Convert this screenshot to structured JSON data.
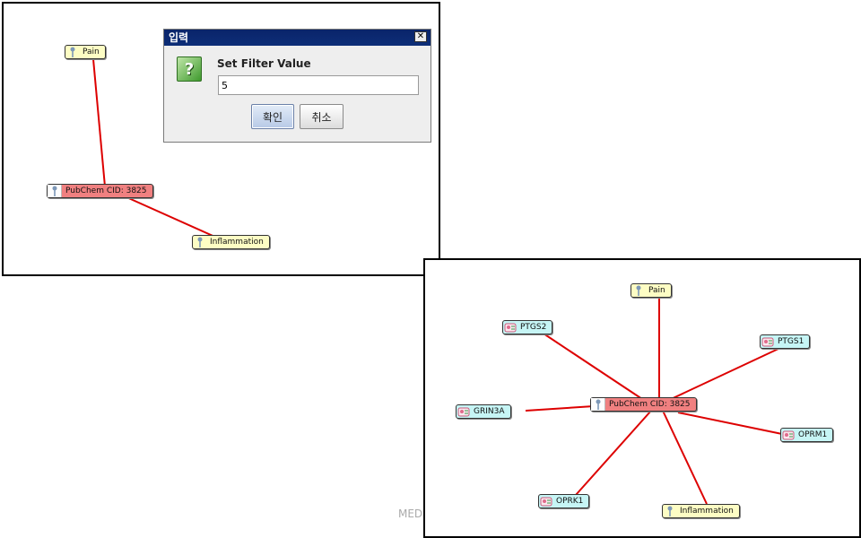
{
  "dialog": {
    "title": "입력",
    "close_glyph": "✕",
    "prompt": "Set Filter Value",
    "input_value": "5",
    "ok_label": "확인",
    "cancel_label": "취소",
    "icon": "question-icon",
    "icon_glyph": "?"
  },
  "graph_small": {
    "nodes": [
      {
        "id": "pain",
        "label": "Pain",
        "type": "disease",
        "color": "yellow"
      },
      {
        "id": "pubchem",
        "label": "PubChem CID: 3825",
        "type": "compound",
        "color": "red"
      },
      {
        "id": "inflammation",
        "label": "Inflammation",
        "type": "disease",
        "color": "yellow"
      }
    ],
    "edges": [
      [
        "pain",
        "pubchem"
      ],
      [
        "pubchem",
        "inflammation"
      ]
    ]
  },
  "graph_large": {
    "nodes": [
      {
        "id": "pain",
        "label": "Pain",
        "type": "disease",
        "color": "yellow"
      },
      {
        "id": "ptgs2",
        "label": "PTGS2",
        "type": "gene",
        "color": "cyan"
      },
      {
        "id": "ptgs1",
        "label": "PTGS1",
        "type": "gene",
        "color": "cyan"
      },
      {
        "id": "grin3a",
        "label": "GRIN3A",
        "type": "gene",
        "color": "cyan"
      },
      {
        "id": "pubchem",
        "label": "PubChem CID: 3825",
        "type": "compound",
        "color": "red"
      },
      {
        "id": "oprm1",
        "label": "OPRM1",
        "type": "gene",
        "color": "cyan"
      },
      {
        "id": "oprk1",
        "label": "OPRK1",
        "type": "gene",
        "color": "cyan"
      },
      {
        "id": "inflammation",
        "label": "Inflammation",
        "type": "disease",
        "color": "yellow"
      }
    ],
    "edges": [
      [
        "pubchem",
        "pain"
      ],
      [
        "pubchem",
        "ptgs2"
      ],
      [
        "pubchem",
        "ptgs1"
      ],
      [
        "pubchem",
        "grin3a"
      ],
      [
        "pubchem",
        "oprm1"
      ],
      [
        "pubchem",
        "oprk1"
      ],
      [
        "pubchem",
        "inflammation"
      ]
    ]
  },
  "watermark": "MED",
  "colors": {
    "edge": "#dd0000",
    "yellow_node": "#fdfdc4",
    "red_node": "#f08080",
    "cyan_node": "#c6f5f5"
  }
}
